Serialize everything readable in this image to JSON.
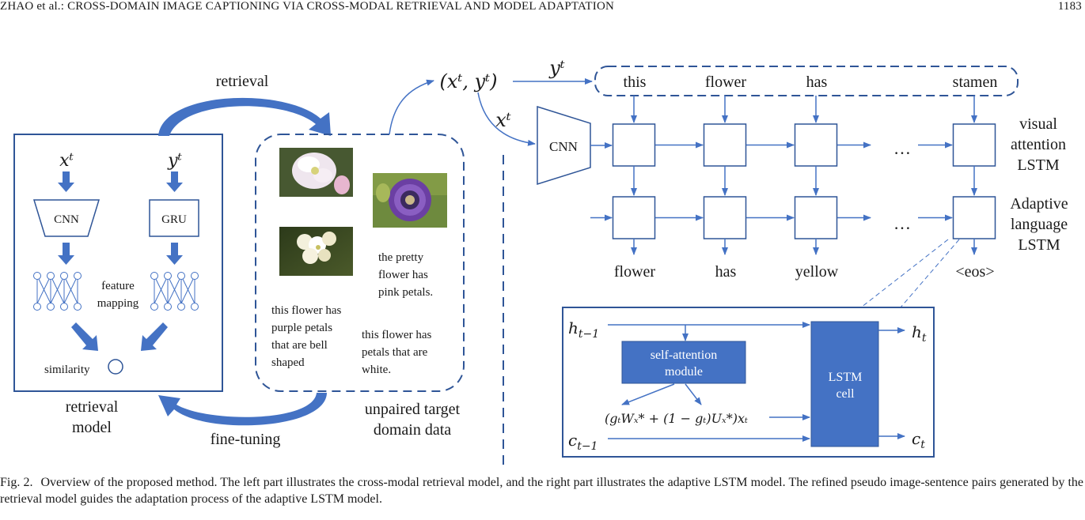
{
  "header": {
    "title": "ZHAO et al.: CROSS-DOMAIN IMAGE CAPTIONING VIA CROSS-MODAL RETRIEVAL AND MODEL ADAPTATION",
    "page_number": "1183"
  },
  "figure": {
    "retrieval_model": {
      "xt": "xᵗ",
      "yt": "yᵗ",
      "cnn": "CNN",
      "gru": "GRU",
      "feature_mapping": [
        "feature",
        "mapping"
      ],
      "similarity": "similarity",
      "label": [
        "retrieval",
        "model"
      ]
    },
    "retrieval_arrow_label": "retrieval",
    "finetuning_arrow_label": "fine-tuning",
    "target_data": {
      "label": [
        "unpaired target",
        "domain data"
      ],
      "captions": [
        [
          "the pretty",
          "flower has",
          "pink petals."
        ],
        [
          "this flower has",
          "purple petals",
          "that are bell",
          "shaped"
        ],
        [
          "this flower has",
          "petals that are",
          "white."
        ]
      ],
      "images": [
        "white-flower-photo",
        "purple-flower-photo",
        "white-petals-photo"
      ]
    },
    "pair_label": "(xᵗ, yᵗ)",
    "yt_arrow_label": "yᵗ",
    "xt_arrow_label": "xᵗ",
    "cnn_label": "CNN",
    "input_words": [
      "this",
      "flower",
      "has",
      "stamen"
    ],
    "output_words": [
      "flower",
      "has",
      "yellow",
      "<eos>"
    ],
    "ellipsis": "…",
    "row_labels": {
      "visual": [
        "visual",
        "attention",
        "LSTM"
      ],
      "adaptive": [
        "Adaptive",
        "language",
        "LSTM"
      ]
    },
    "detail": {
      "h_prev": "h",
      "h_prev_sub": "t−1",
      "c_prev": "c",
      "c_prev_sub": "t−1",
      "h_out": "h",
      "h_out_sub": "t",
      "c_out": "c",
      "c_out_sub": "t",
      "self_attention": [
        "self-attention",
        "module"
      ],
      "lstm_cell": [
        "LSTM",
        "cell"
      ],
      "formula": "(gₜWₓ* + (1 − gₜ)Uₓ*)xₜ"
    }
  },
  "caption": {
    "label": "Fig. 2.",
    "text": "Overview of the proposed method. The left part illustrates the cross-modal retrieval model, and the right part illustrates the adaptive LSTM model. The refined pseudo image-sentence pairs generated by the retrieval model guides the adaptation process of the adaptive LSTM model."
  },
  "colors": {
    "accent_blue": "#4472C4",
    "dark_blue": "#2F5597",
    "text": "#1a1a1a"
  }
}
